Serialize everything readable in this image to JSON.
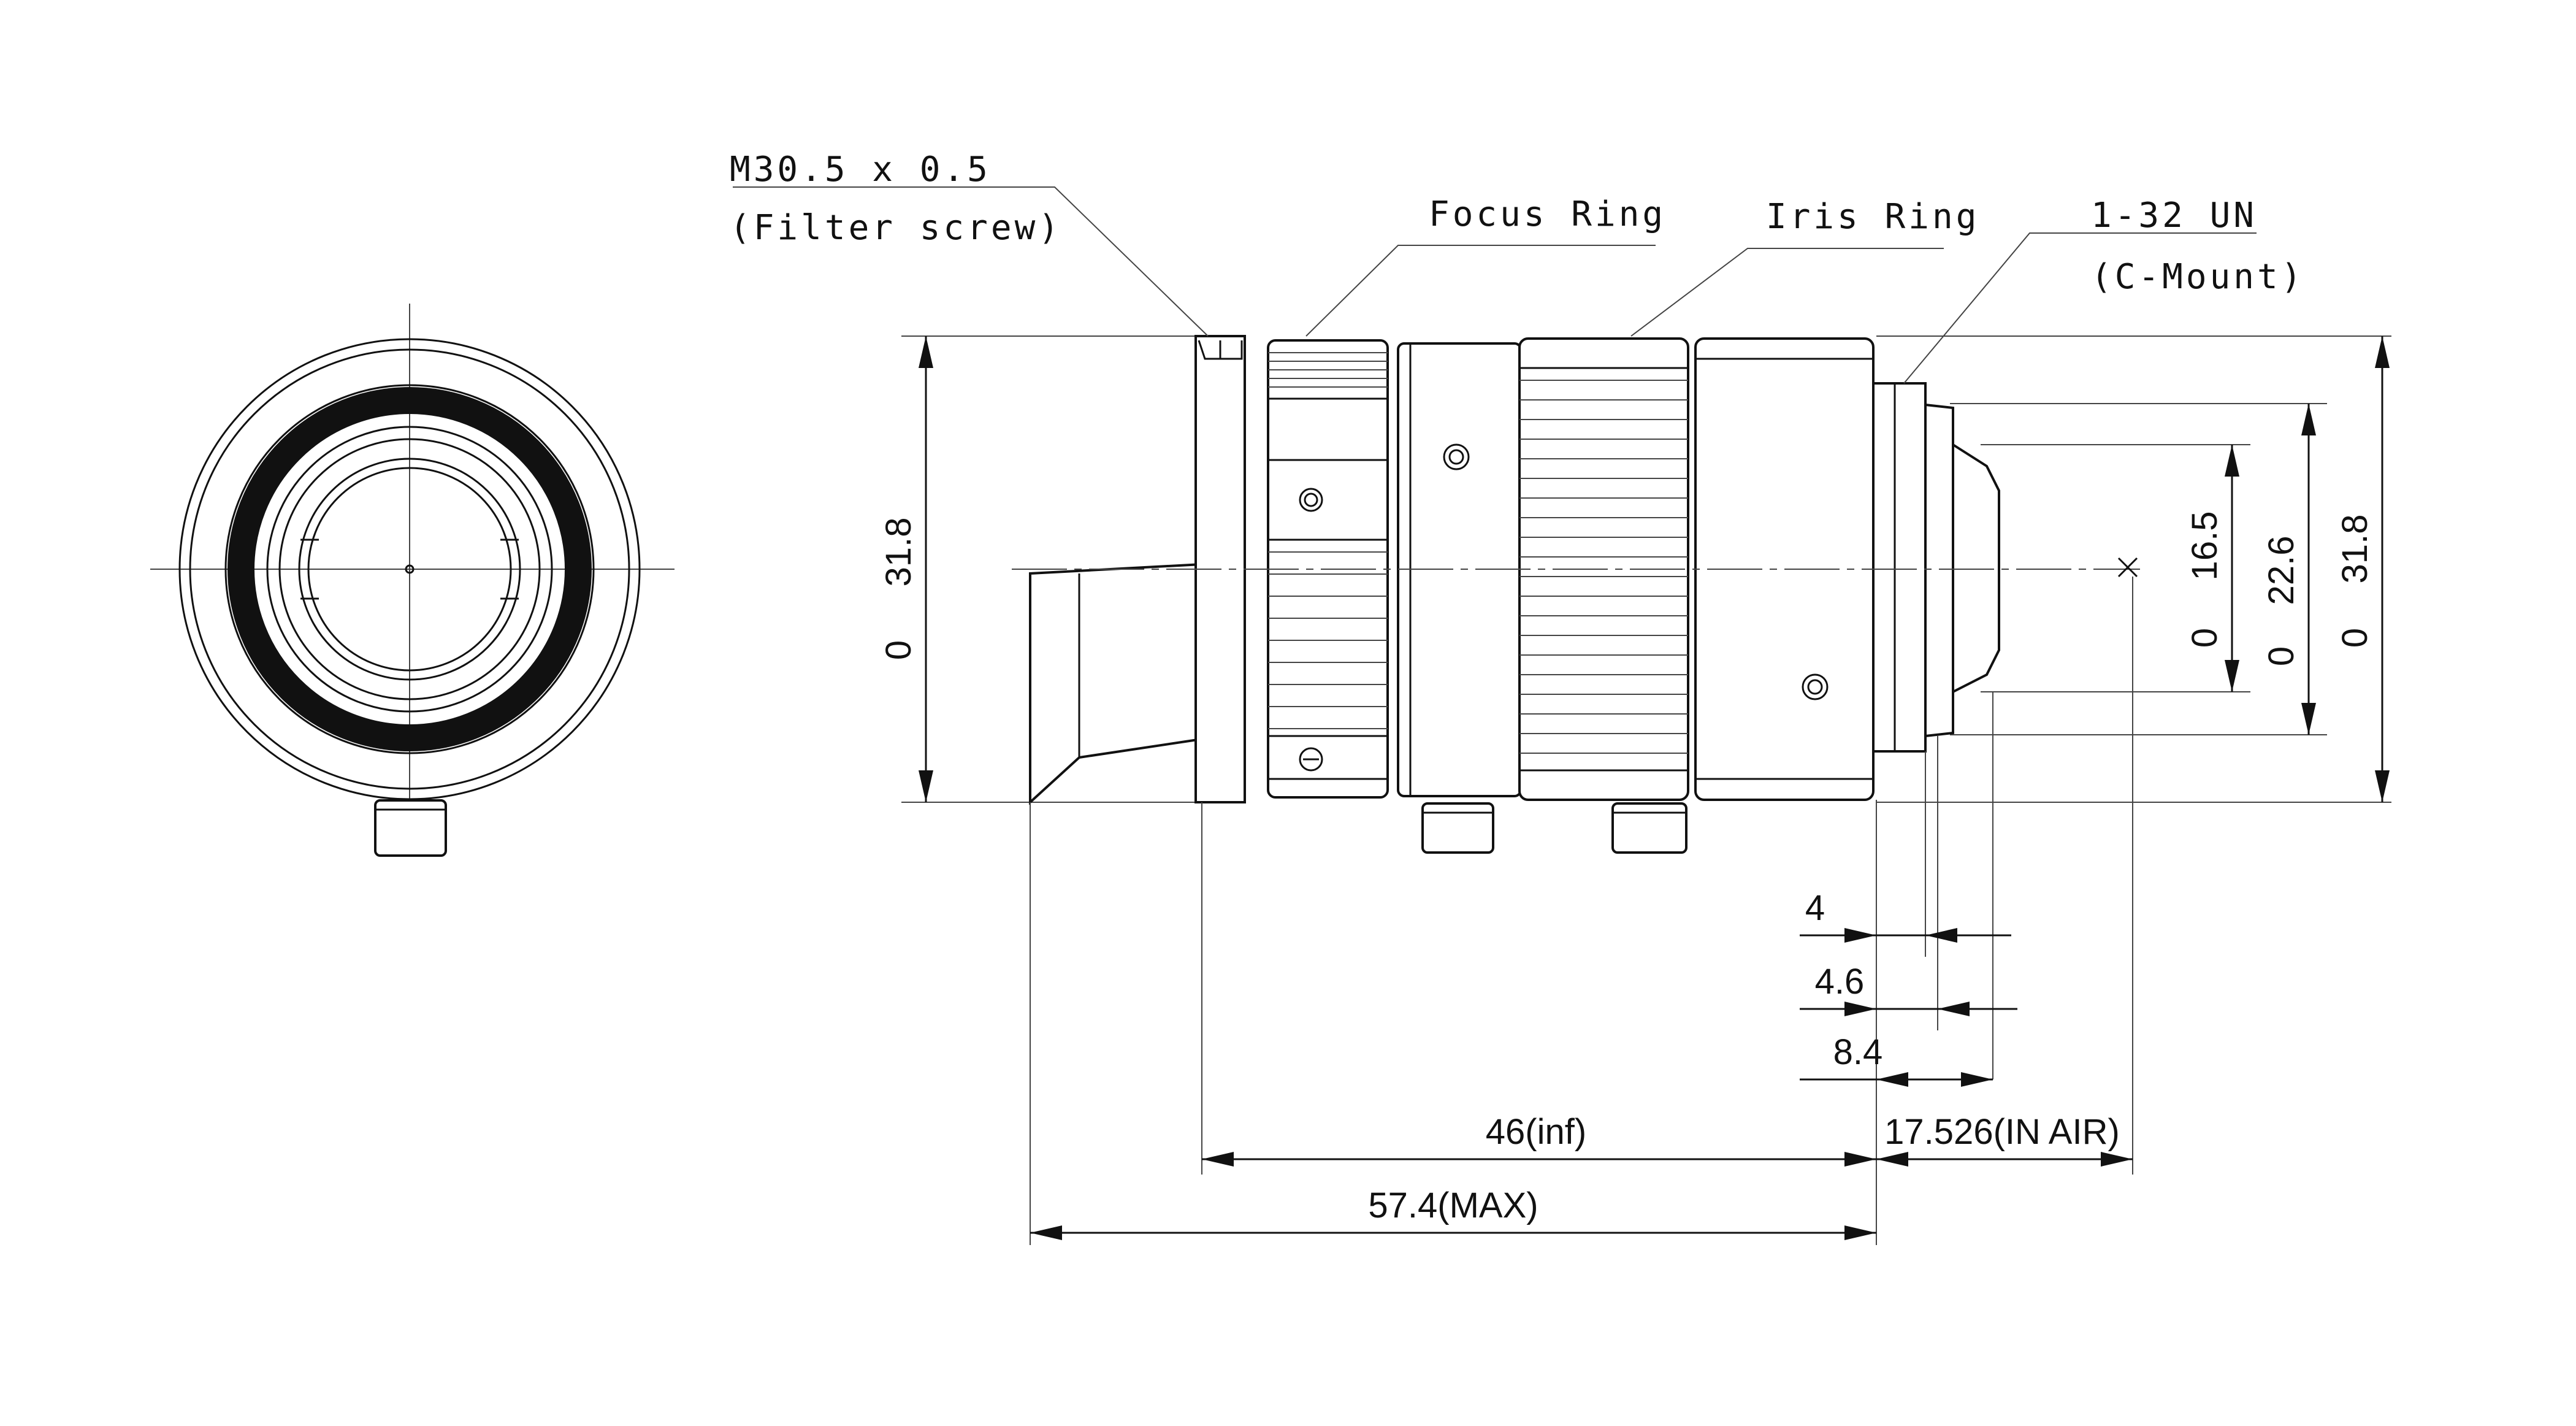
{
  "callouts": {
    "filter_screw_line1": "M30.5 x 0.5",
    "filter_screw_line2": "(Filter screw)",
    "focus_ring": "Focus Ring",
    "iris_ring": "Iris Ring",
    "mount_line1": "1-32 UN",
    "mount_line2": "(C-Mount)"
  },
  "diameters": {
    "left_prefix": "0",
    "left_value": "31.8",
    "d1_prefix": "0",
    "d1_value": "16.5",
    "d2_prefix": "0",
    "d2_value": "22.6",
    "d3_prefix": "0",
    "d3_value": "31.8"
  },
  "lengths": {
    "l_4": "4",
    "l_4_6": "4.6",
    "l_8_4": "8.4",
    "flange_back": "17.526(IN AIR)",
    "length_inf": "46(inf)",
    "length_max": "57.4(MAX)"
  },
  "colors": {
    "line": "#111111",
    "background": "#ffffff"
  }
}
